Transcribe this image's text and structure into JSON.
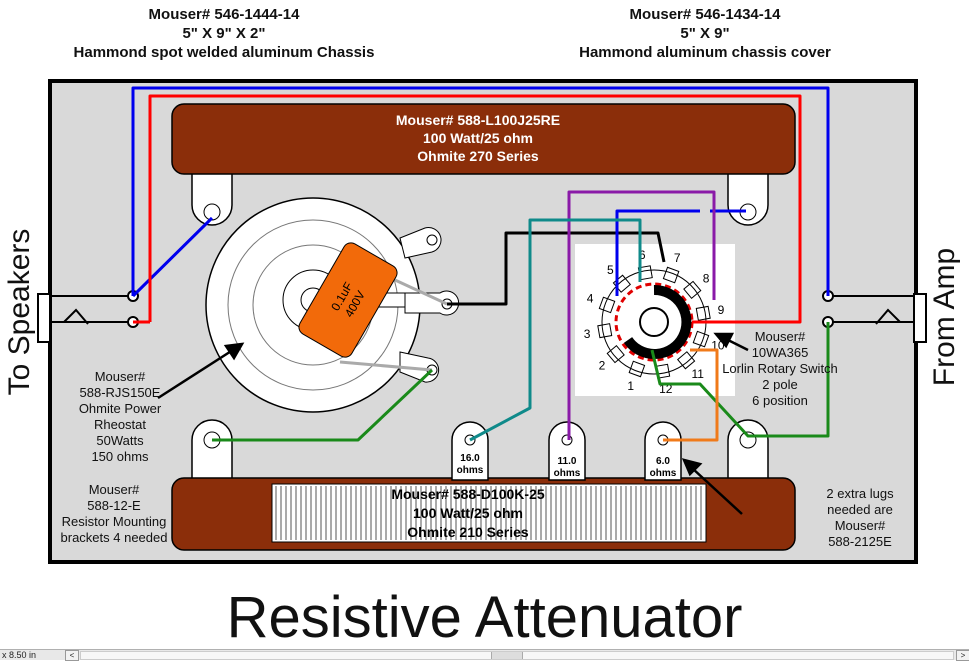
{
  "header_left": {
    "line1": "Mouser# 546-1444-14",
    "line2": "5\" X 9\" X 2\"",
    "line3": "Hammond spot welded aluminum Chassis"
  },
  "header_right": {
    "line1": "Mouser# 546-1434-14",
    "line2": "5\" X 9\"",
    "line3": "Hammond aluminum chassis cover"
  },
  "side_left": "To Speakers",
  "side_right": "From Amp",
  "top_resistor": {
    "line1": "Mouser# 588-L100J25RE",
    "line2": "100 Watt/25 ohm",
    "line3": "Ohmite 270 Series"
  },
  "bottom_resistor": {
    "line1": "Mouser# 588-D100K-25",
    "line2": "100 Watt/25 ohm",
    "line3": "Ohmite 210 Series"
  },
  "capacitor": {
    "line1": "0.1uF",
    "line2": "400V"
  },
  "rheostat_label": [
    "Mouser#",
    "588-RJS150E",
    "Ohmite Power",
    "Rheostat",
    "50Watts",
    "150 ohms"
  ],
  "bracket_label": [
    "Mouser#",
    "588-12-E",
    "Resistor Mounting",
    "brackets 4 needed"
  ],
  "switch_label": [
    "Mouser#",
    "10WA365",
    "Lorlin Rotary Switch",
    "2 pole",
    "6 position"
  ],
  "lugs_label": [
    "2 extra lugs",
    "needed are",
    "Mouser#",
    "588-2125E"
  ],
  "lugs": [
    {
      "value": "16.0",
      "unit": "ohms"
    },
    {
      "value": "11.0",
      "unit": "ohms"
    },
    {
      "value": "6.0",
      "unit": "ohms"
    }
  ],
  "switch_positions": [
    "1",
    "2",
    "3",
    "4",
    "5",
    "6",
    "7",
    "8",
    "9",
    "10",
    "11",
    "12"
  ],
  "title": "Resistive Attenuator",
  "statusbar": {
    "text": "x 8.50 in",
    "left_arrow": "<",
    "right_arrow": ">"
  },
  "colors": {
    "resistor": "#8b2e0a",
    "chassis": "#d9d9d9",
    "capacitor": "#f26a0a",
    "wire_red": "#ff0000",
    "wire_blue": "#0000ee",
    "wire_green": "#1a8a1a",
    "wire_teal": "#0f8a8a",
    "wire_purple": "#8a1aa8",
    "wire_orange": "#f07a1a",
    "wire_black": "#000000"
  }
}
